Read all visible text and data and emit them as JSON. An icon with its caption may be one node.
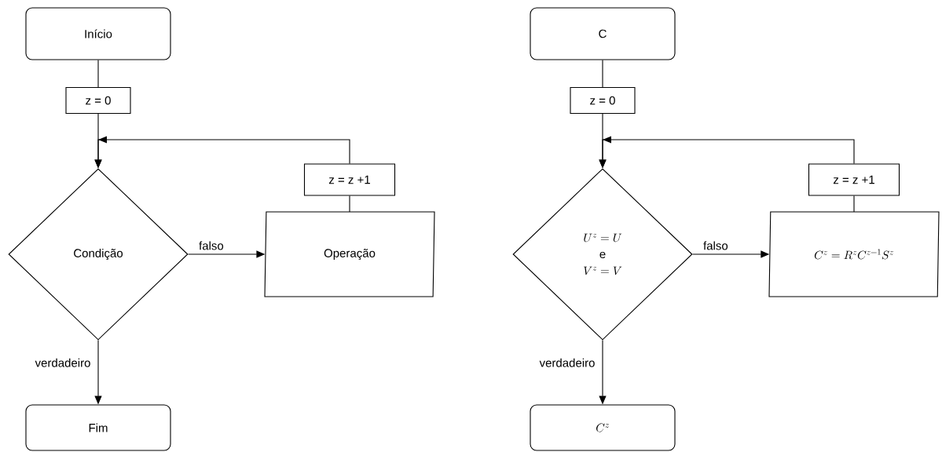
{
  "diagram": {
    "nodes": [
      {
        "text": [
          "Início"
        ]
      },
      {
        "text": [
          "z = 0"
        ]
      },
      {
        "text": [
          "z = z +1"
        ]
      },
      {
        "text": [
          "Condição"
        ]
      },
      {
        "text": [
          "Operação"
        ]
      },
      {
        "text": [
          "Fim"
        ]
      },
      {
        "text": [
          "C"
        ]
      },
      {
        "text": [
          "z = 0"
        ]
      },
      {
        "text": [
          "z = z +1"
        ]
      },
      {
        "text": [
          "U^{z} = U",
          "e",
          "V^{z} = V"
        ]
      },
      {
        "text": [
          "C^{z} = R^{z} C^{z-1} S^{z}"
        ]
      },
      {
        "text": [
          "C^{z}"
        ]
      }
    ],
    "edges": [
      {
        "from": 0,
        "to": 1,
        "arrow": "none"
      },
      {
        "from": 1,
        "to": 3,
        "arrow": "to"
      },
      {
        "from": 3,
        "to": 4,
        "arrow": "to",
        "label": "falso"
      },
      {
        "from": 4,
        "to": 2,
        "arrow": "none"
      },
      {
        "from": 2,
        "to": 3,
        "arrow": "to"
      },
      {
        "from": 3,
        "to": 5,
        "arrow": "to",
        "label": "verdadeiro"
      },
      {
        "from": 6,
        "to": 7,
        "arrow": "none"
      },
      {
        "from": 7,
        "to": 9,
        "arrow": "to"
      },
      {
        "from": 9,
        "to": 10,
        "arrow": "to",
        "label": "falso"
      },
      {
        "from": 10,
        "to": 8,
        "arrow": "none"
      },
      {
        "from": 8,
        "to": 9,
        "arrow": "to"
      },
      {
        "from": 9,
        "to": 11,
        "arrow": "to",
        "label": "verdadeiro"
      }
    ]
  }
}
